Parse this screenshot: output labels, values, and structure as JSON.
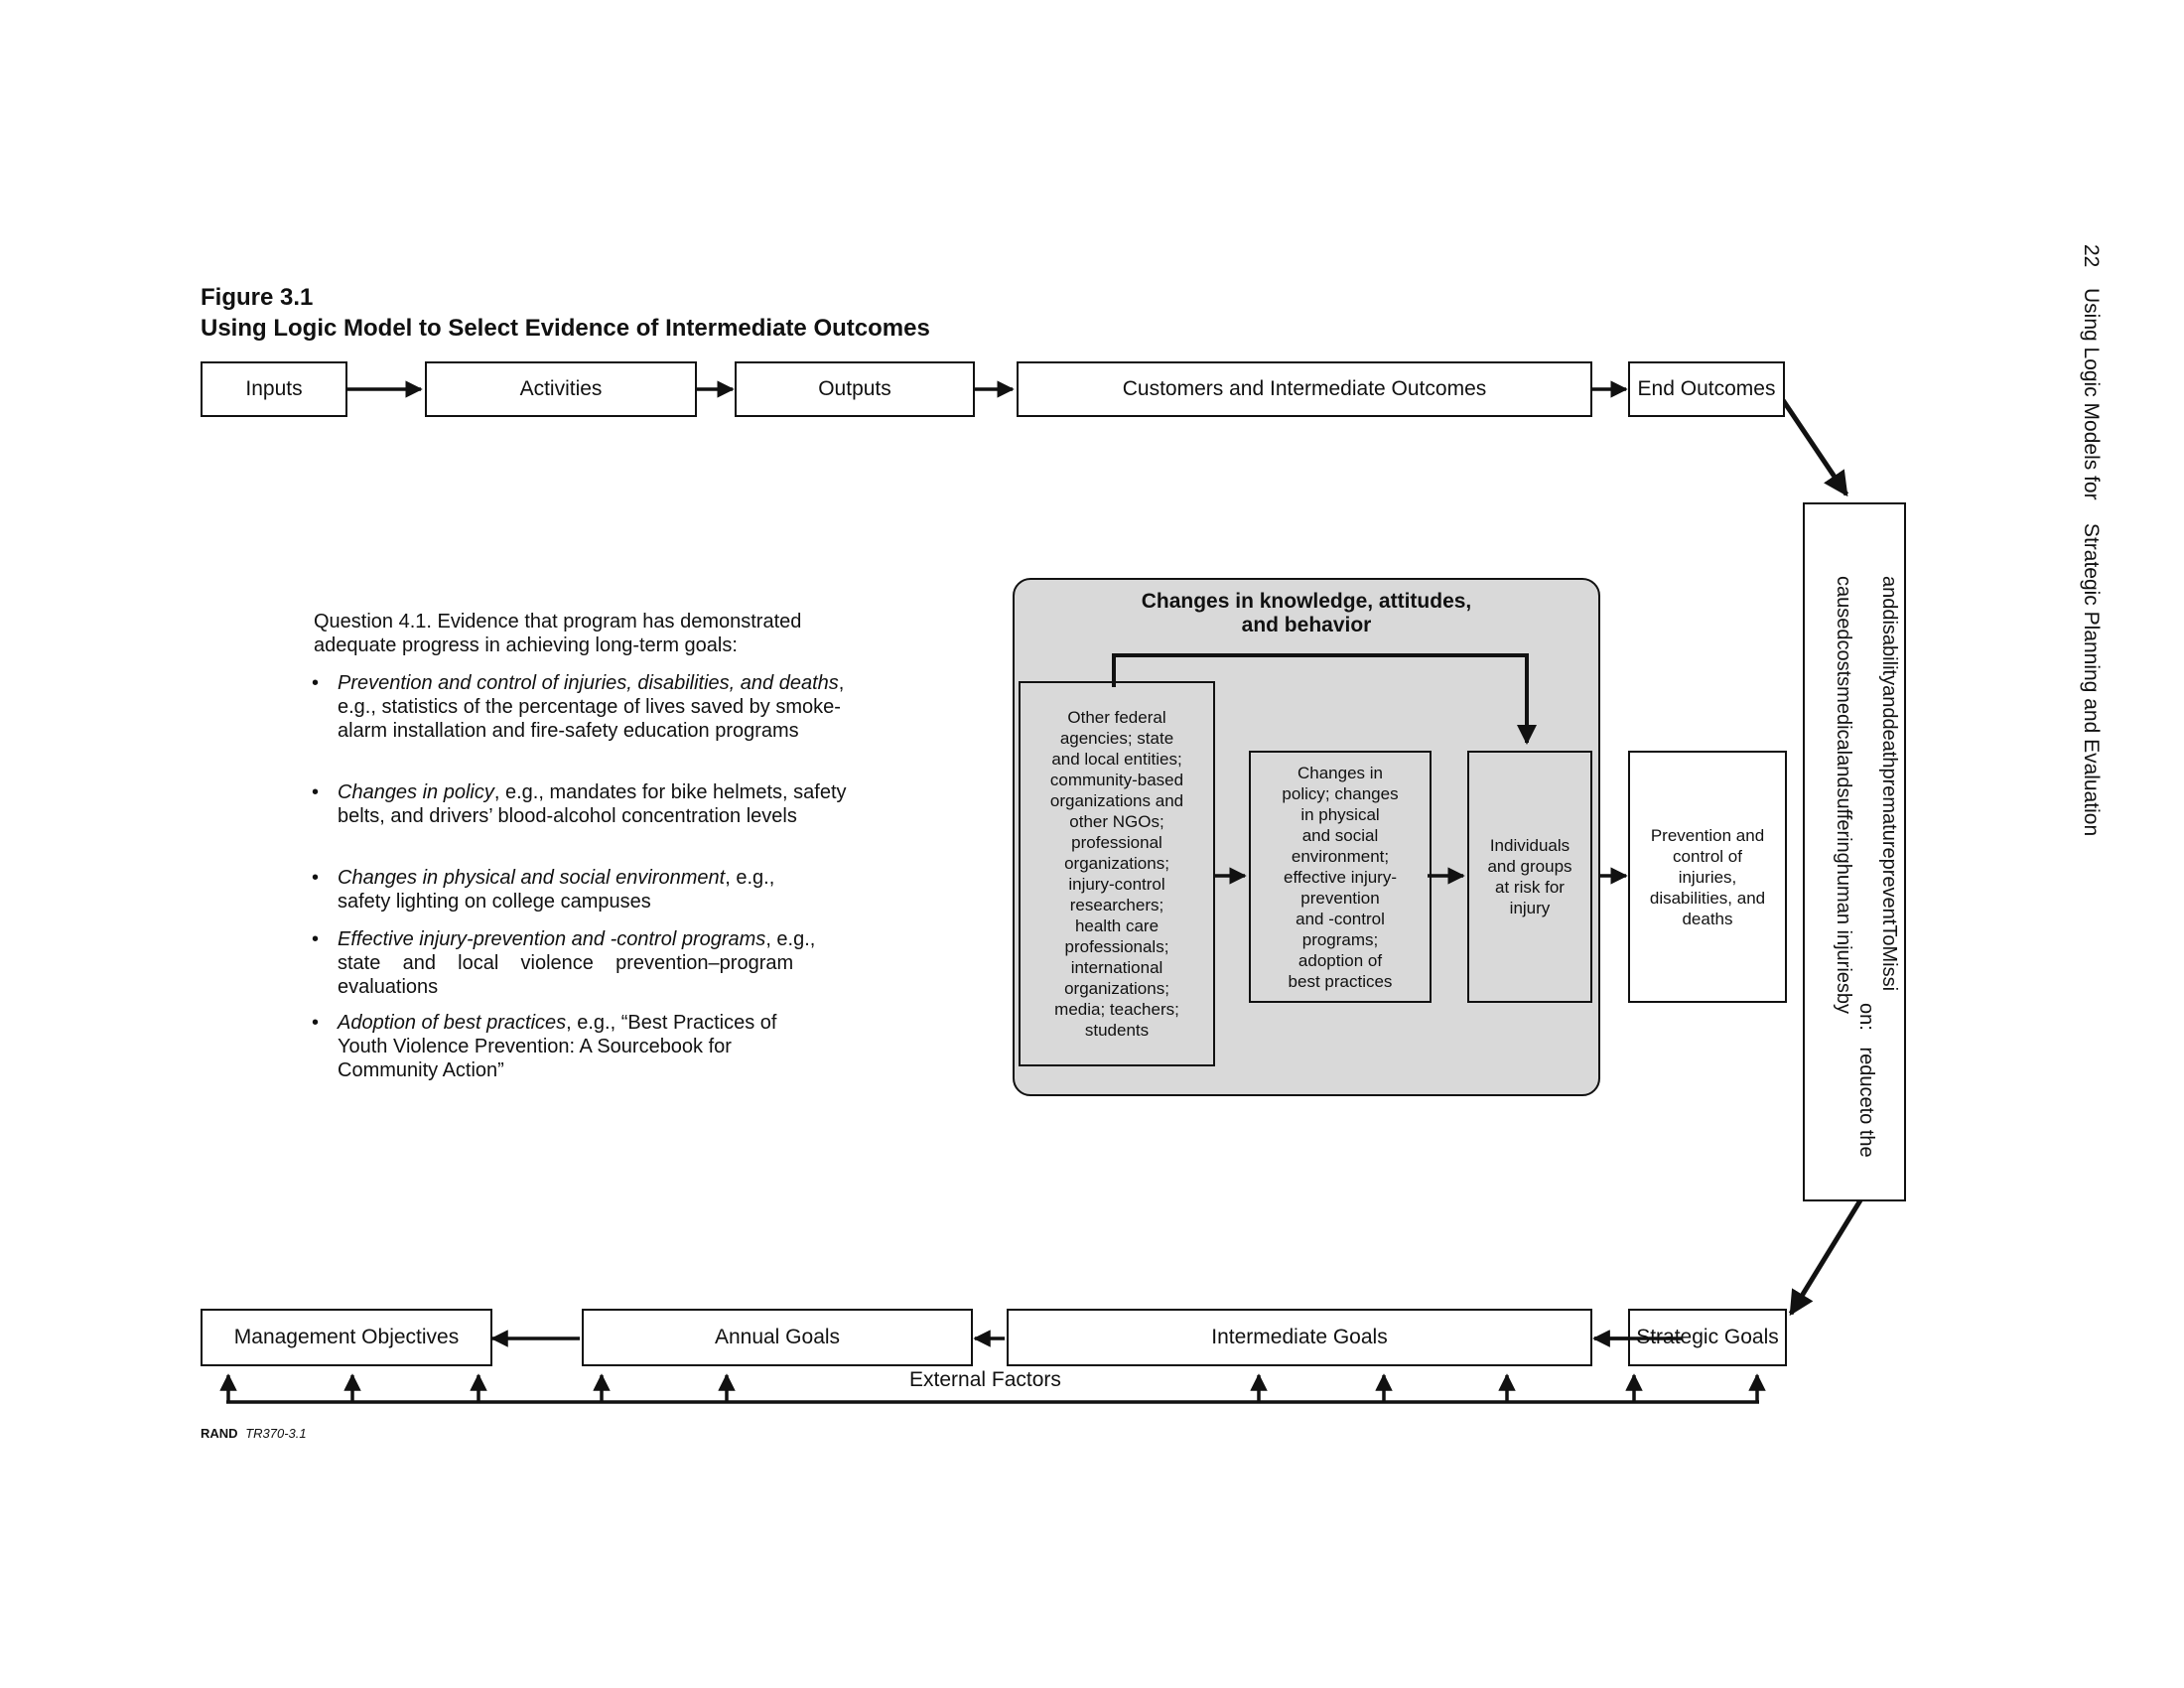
{
  "header": {
    "page_number": "22",
    "running_title": "Using Logic Models for    Strategic Planning and Evaluation"
  },
  "figure": {
    "number": "Figure 3.1",
    "title": "Using Logic Model to Select Evidence of Intermediate Outcomes",
    "credit_org": "RAND",
    "credit_id": "TR370-3.1"
  },
  "top_row": {
    "inputs": "Inputs",
    "activities": "Activities",
    "outputs": "Outputs",
    "customers": "Customers and Intermediate Outcomes",
    "end_outcomes": "End Outcomes"
  },
  "mission": {
    "line1": "on:   reduceto the",
    "line2": "ToMissi",
    "line3": "injuriesby",
    "line4": "anddisabilityanddeathprematureprevent",
    "line5": "causedcostsmedicalandsufferinghuman"
  },
  "question": {
    "intro_line1": "Question 4.1. Evidence that program has demonstrated",
    "intro_line2": "adequate progress in achieving long-term goals:",
    "bullet_char": "•",
    "b1_italic": "Prevention and control of injuries, disabilities, and deaths",
    "b1_rest1": ",",
    "b1_line2": "e.g., statistics of the percentage of lives saved by smoke-",
    "b1_line3": "alarm installation and fire-safety education programs",
    "b2_italic": "Changes in policy",
    "b2_rest1": ", e.g., mandates for bike helmets, safety",
    "b2_line2": "belts, and drivers’ blood-alcohol concentration levels",
    "b3_italic": "Changes in physical and social environment",
    "b3_rest1": ", e.g.,",
    "b3_line2": "safety lighting on college campuses",
    "b4_italic": "Effective injury-prevention and -control programs",
    "b4_rest1": ", e.g.,",
    "b4_line2": "state    and    local    violence    prevention–program",
    "b4_line3": "evaluations",
    "b5_italic": "Adoption of best practices",
    "b5_rest1": ", e.g., “Best Practices of",
    "b5_line2": "Youth Violence Prevention: A Sourcebook for",
    "b5_line3": "Community Action”"
  },
  "center": {
    "title_line1": "Changes in knowledge, attitudes,",
    "title_line2": "and behavior",
    "agencies": [
      "Other federal",
      "agencies; state",
      "and local entities;",
      "community-based",
      "organizations and",
      "other NGOs;",
      "professional",
      "organizations;",
      "injury-control",
      "researchers;",
      "health care",
      "professionals;",
      "international",
      "organizations;",
      "media; teachers;",
      "students"
    ],
    "policy": [
      "Changes in",
      "policy; changes",
      "in physical",
      "and social",
      "environment;",
      "effective injury-",
      "prevention",
      "and -control",
      "programs;",
      "adoption of",
      "best practices"
    ],
    "individuals": [
      "Individuals",
      "and groups",
      "at risk for",
      "injury"
    ],
    "prevention": [
      "Prevention and",
      "control of",
      "injuries,",
      "disabilities, and",
      "deaths"
    ]
  },
  "bottom_row": {
    "management": "Management Objectives",
    "annual": "Annual Goals",
    "intermediate": "Intermediate Goals",
    "strategic": "Strategic Goals",
    "external": "External Factors"
  }
}
